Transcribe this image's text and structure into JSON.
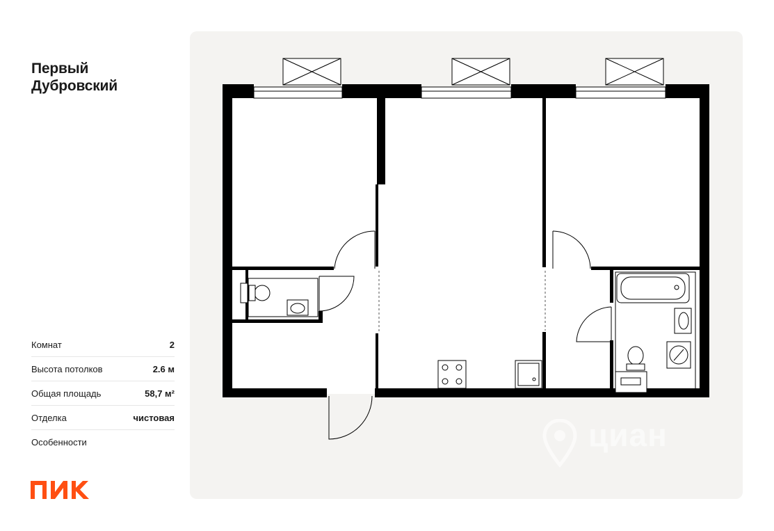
{
  "project": {
    "title_line1": "Первый",
    "title_line2": "Дубровский"
  },
  "specs": [
    {
      "label": "Комнат",
      "value": "2"
    },
    {
      "label": "Высота потолков",
      "value": "2.6 м"
    },
    {
      "label": "Общая площадь",
      "value": "58,7 м²"
    },
    {
      "label": "Отделка",
      "value": "чистовая"
    },
    {
      "label": "Особенности",
      "value": ""
    }
  ],
  "brand": {
    "logo_text": "ПИК",
    "logo_color": "#ff4f12"
  },
  "watermark": {
    "text": "циан",
    "icon": "location-pin-icon"
  },
  "colors": {
    "wall": "#000000",
    "plan_background": "#f4f3f1",
    "room_fill": "#ffffff"
  }
}
